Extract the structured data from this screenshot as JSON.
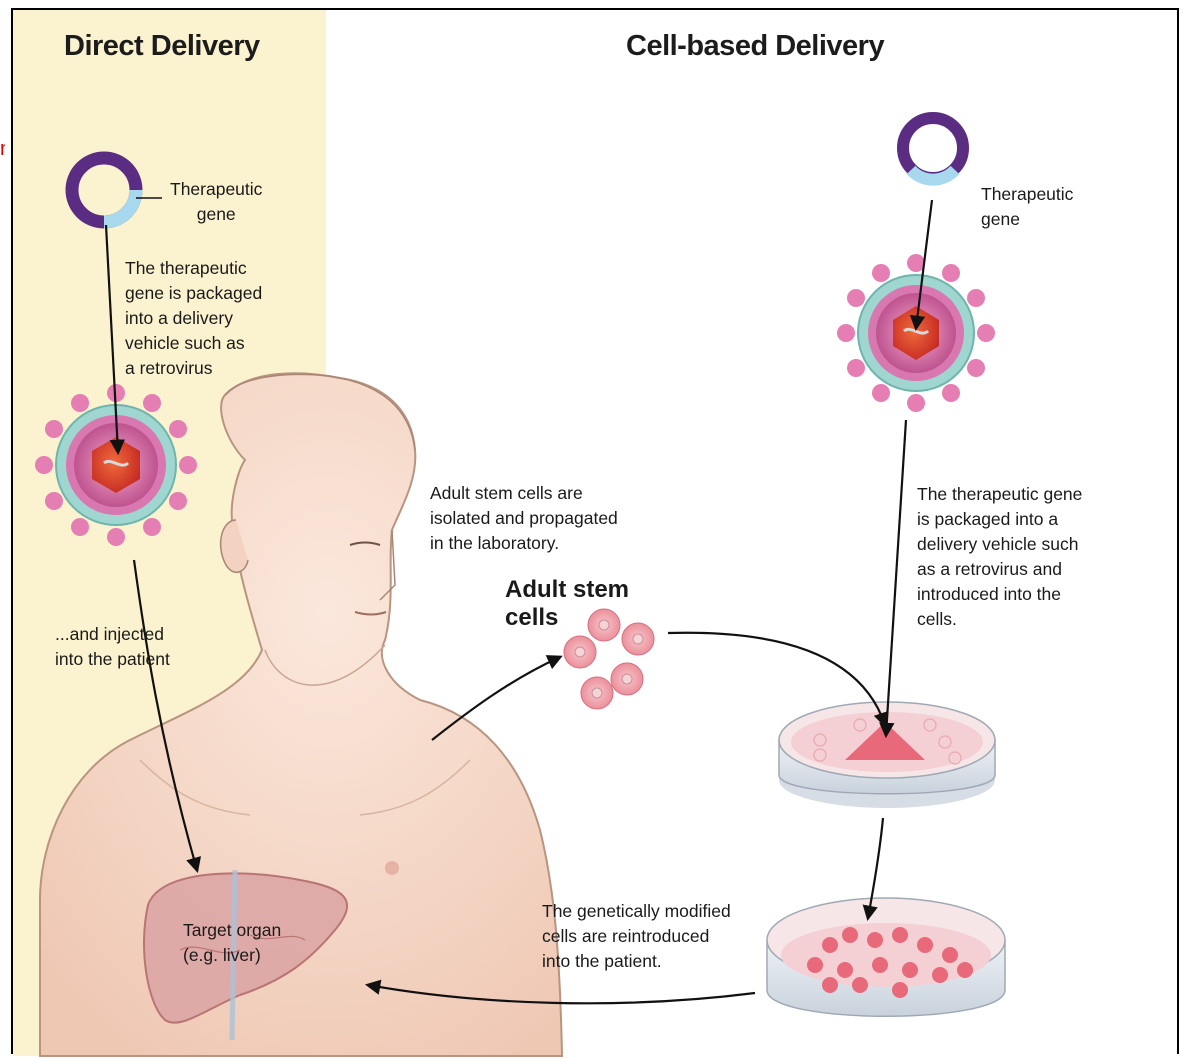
{
  "headings": {
    "direct": "Direct Delivery",
    "cell_based": "Cell-based Delivery"
  },
  "direct": {
    "gene_label": "Therapeutic\ngene",
    "packaged_label": "The therapeutic\ngene is packaged\ninto a delivery\nvehicle such as\na retrovirus",
    "injected_label": "...and injected\ninto the patient",
    "target_label": "Target organ\n(e.g. liver)"
  },
  "cell_based": {
    "gene_label": "Therapeutic\ngene",
    "isolated_label": "Adult stem cells are\nisolated and propagated\nin the laboratory.",
    "stem_cells_label": "Adult stem\ncells",
    "packaged_label": "The therapeutic gene\nis packaged into a\ndelivery vehicle such\nas a retrovirus and\nintroduced into the\ncells.",
    "reintroduced_label": "The genetically modified\ncells are reintroduced\ninto the patient."
  },
  "colors": {
    "panel_background": "#fbf3cf",
    "plasmid_ring": "#5a2d82",
    "gene_segment": "#a8d8ee",
    "virus_envelope": "#9fd6cf",
    "virus_spikes": "#e57fb3",
    "virus_core": "#e0402a",
    "skin": "#f6dccd",
    "liver": "#d9a0a0",
    "cells": "#f2a0a8"
  }
}
